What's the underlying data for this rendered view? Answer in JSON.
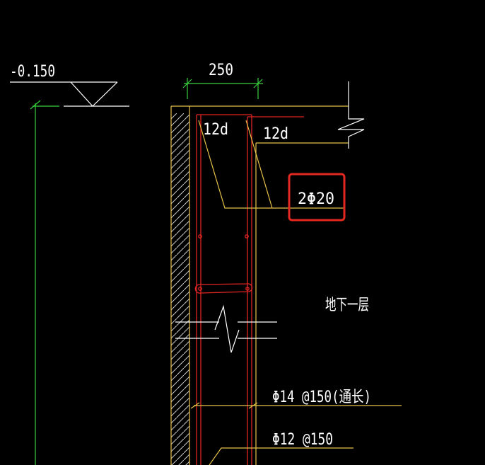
{
  "drawing": {
    "level_label": "-0.150",
    "wall_thickness": "250",
    "anchorage_left": "12d",
    "anchorage_right": "12d",
    "top_bars": "2Φ20",
    "floor_label": "地下一层",
    "vertical_bars": "Φ14 @150(通长)",
    "horizontal_bars": "Φ12 @150"
  },
  "colors": {
    "background": "#000000",
    "concrete_outline": "#e8c24a",
    "rebar": "#e02424",
    "dimension": "#38d13c",
    "text": "#ffffff",
    "highlight_box": "#e3281f"
  }
}
